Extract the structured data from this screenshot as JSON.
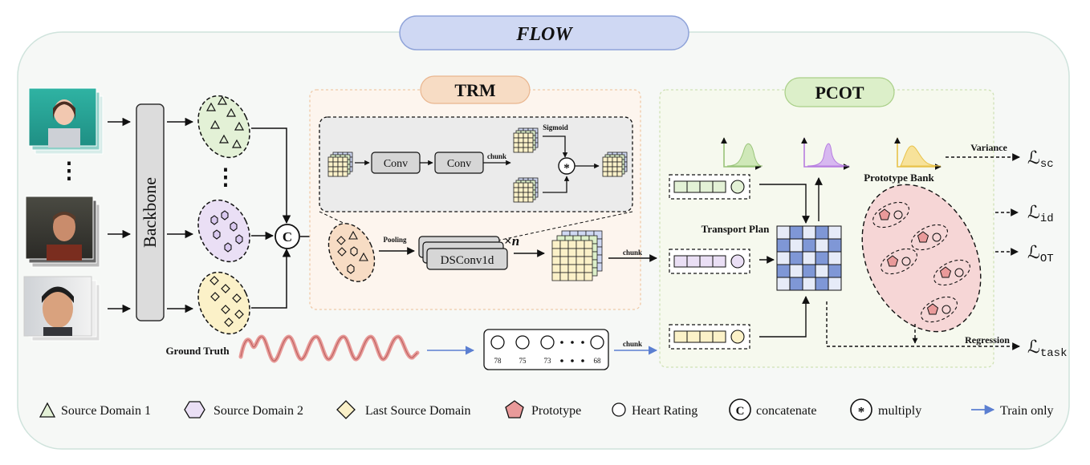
{
  "title": "FLOW",
  "backbone_label": "Backbone",
  "trm": {
    "title": "TRM",
    "conv1": "Conv",
    "conv2": "Conv",
    "chunk_inner": "chunk",
    "sigmoid": "Sigmoid",
    "multiply_symbol": "*",
    "pooling": "Pooling",
    "dsconv": "DSConv1d",
    "repeat_times": "×",
    "repeat_n": "n",
    "chunk_out": "chunk"
  },
  "concat_symbol": "C",
  "ellipsis": "⋮",
  "ground_truth": {
    "label": "Ground Truth",
    "chunk": "chunk",
    "ratings": [
      "78",
      "75",
      "73",
      "68"
    ]
  },
  "pcot": {
    "title": "PCOT",
    "transport_plan": "Transport Plan",
    "prototype_bank": "Prototype Bank",
    "variance": "Variance",
    "regression": "Regression"
  },
  "losses": {
    "sc": {
      "main": "ℒ",
      "sub": "sc"
    },
    "id": {
      "main": "ℒ",
      "sub": "id"
    },
    "ot": {
      "main": "ℒ",
      "sub": "OT"
    },
    "task": {
      "main": "ℒ",
      "sub": "task"
    }
  },
  "legend": {
    "source1": "Source Domain 1",
    "source2": "Source Domain 2",
    "last_source": "Last Source Domain",
    "prototype": "Prototype",
    "heart_rating": "Heart Rating",
    "concat_symbol": "C",
    "concatenate": "concatenate",
    "multiply_symbol": "*",
    "multiply": "multiply",
    "train_only": "Train only"
  },
  "colors": {
    "green": "#e3f1d6",
    "purple": "#eadff5",
    "yellow": "#fbf1c8",
    "pink": "#f6d6d6",
    "blue_grid": "#7f97d6",
    "blue_arrow": "#5b7fd1",
    "flow_bar": "#cfd8f3",
    "trm_bg": "#fdf5ee",
    "pcot_bg": "#f6f9ee"
  }
}
